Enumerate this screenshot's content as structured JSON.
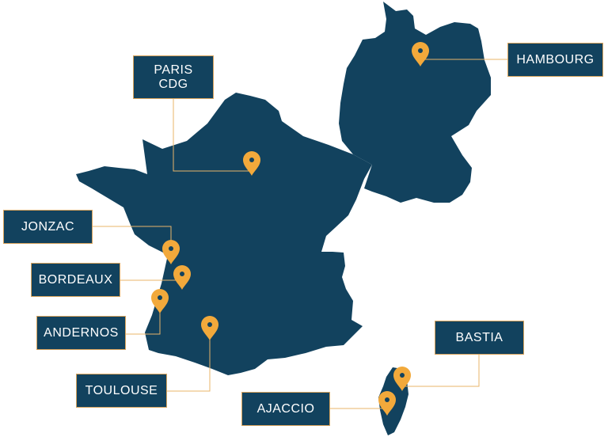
{
  "map": {
    "colors": {
      "land": "#12425e",
      "pin": "#f2a93b",
      "leader_line": "#e8b46a",
      "label_border": "#d8a35c",
      "background": "#ffffff"
    },
    "pin_icon": "map-pin-icon",
    "locations": [
      {
        "id": "paris",
        "label": "PARIS\nCDG"
      },
      {
        "id": "hambourg",
        "label": "HAMBOURG"
      },
      {
        "id": "jonzac",
        "label": "JONZAC"
      },
      {
        "id": "bordeaux",
        "label": "BORDEAUX"
      },
      {
        "id": "andernos",
        "label": "ANDERNOS"
      },
      {
        "id": "toulouse",
        "label": "TOULOUSE"
      },
      {
        "id": "bastia",
        "label": "BASTIA"
      },
      {
        "id": "ajaccio",
        "label": "AJACCIO"
      }
    ]
  }
}
